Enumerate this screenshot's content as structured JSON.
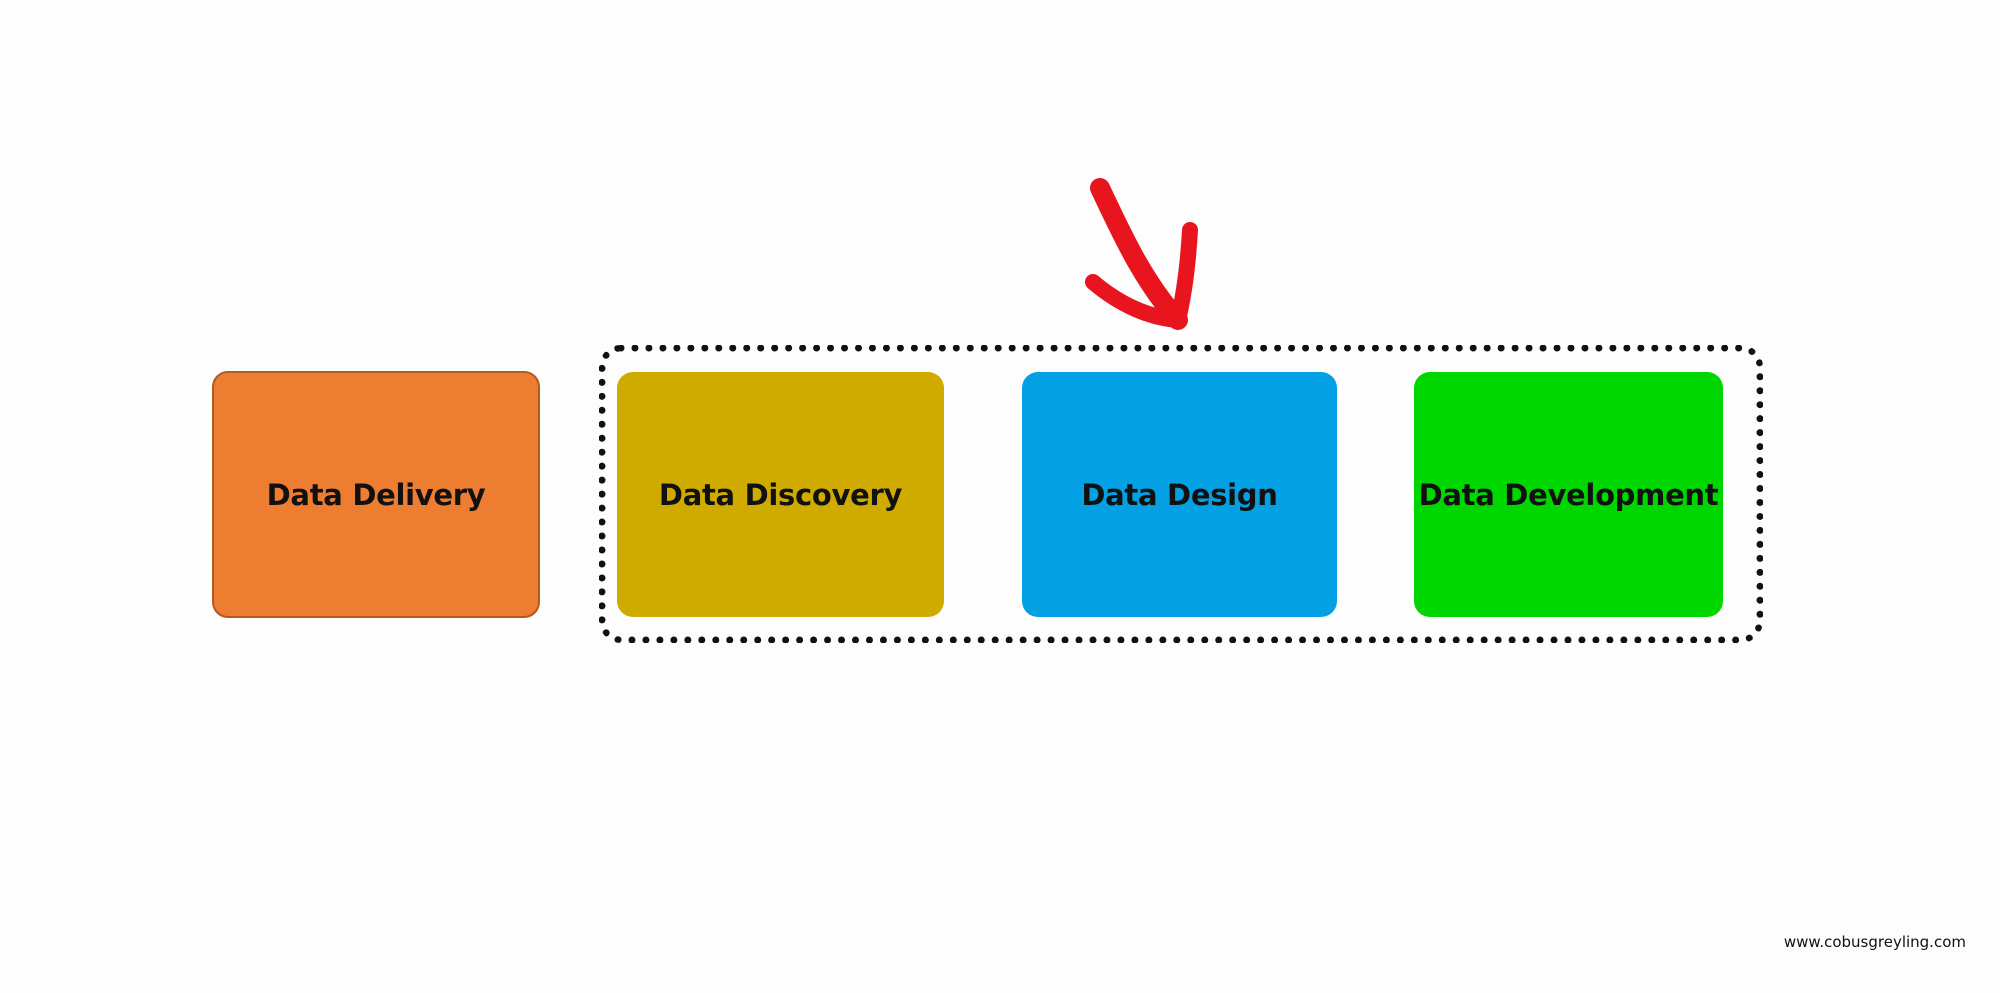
{
  "boxes": {
    "delivery": {
      "label": "Data Delivery",
      "color": "#ed7d31"
    },
    "discovery": {
      "label": "Data Discovery",
      "color": "#cfab00"
    },
    "design": {
      "label": "Data Design",
      "color": "#03a0e3"
    },
    "development": {
      "label": "Data Development",
      "color": "#00d600"
    }
  },
  "group": {
    "style": "dotted",
    "color": "#111111"
  },
  "arrow": {
    "icon": "red-arrow-icon",
    "color": "#e8141e"
  },
  "footer": {
    "credit": "www.cobusgreyling.com"
  }
}
